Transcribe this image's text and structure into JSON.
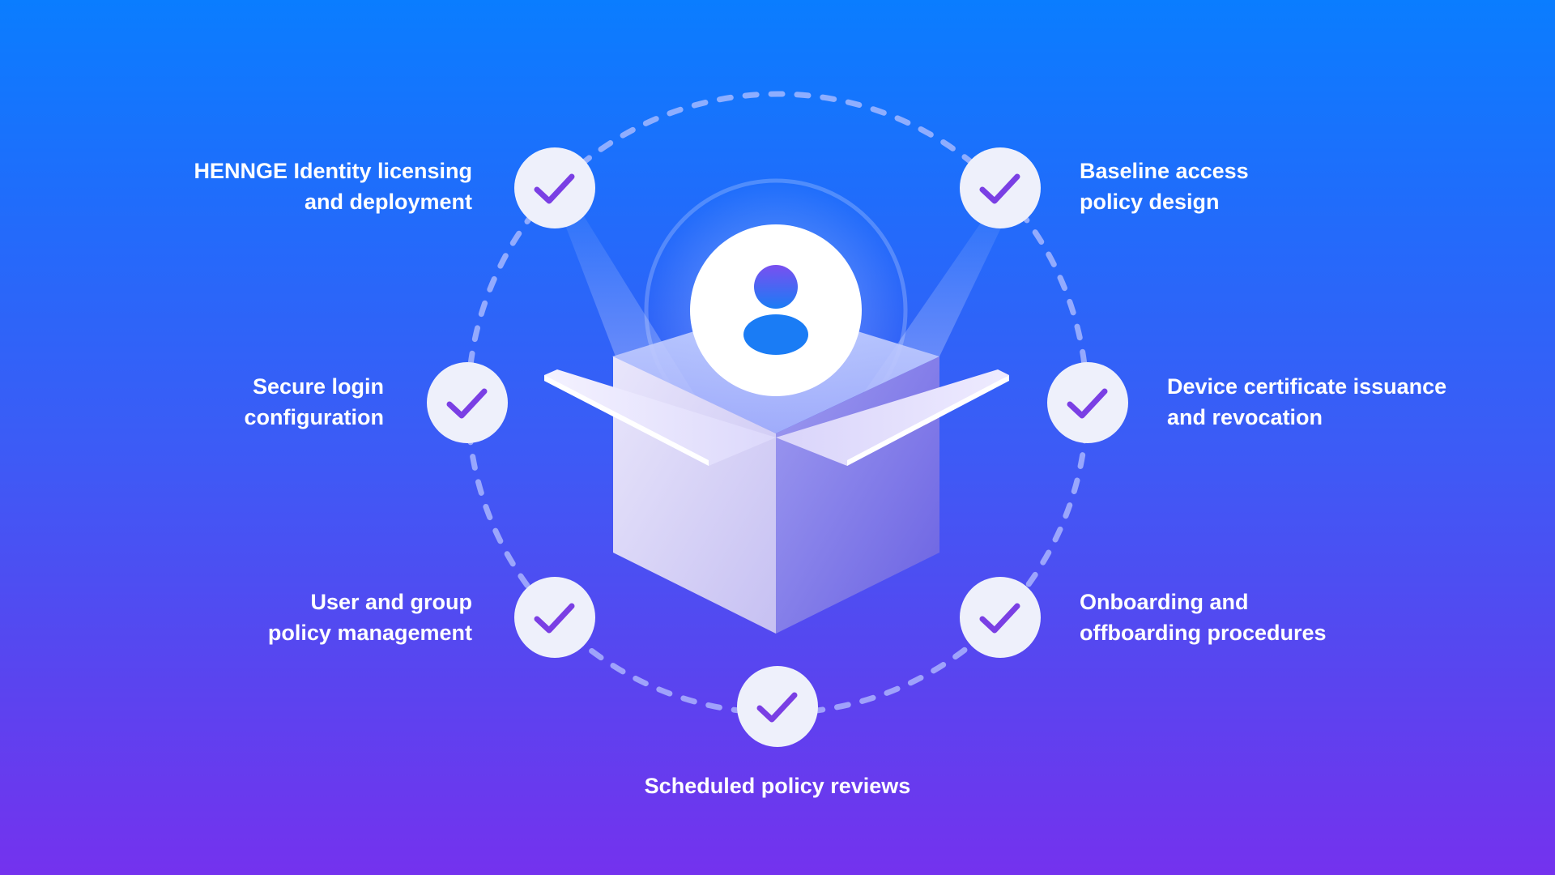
{
  "colors": {
    "background_top": "#0a7dff",
    "background_bottom": "#7432ee",
    "check_mark": "#7a3fe4",
    "node_fill": "#eef0fb",
    "avatar_gradient_top": "#7a4ff0",
    "avatar_gradient_bottom": "#1a7cf5"
  },
  "items": {
    "licensing": {
      "line1": "HENNGE Identity licensing",
      "line2": "and deployment",
      "icon": "check-icon"
    },
    "login": {
      "line1": "Secure login",
      "line2": "configuration",
      "icon": "check-icon"
    },
    "user_group": {
      "line1": "User and group",
      "line2": "policy management",
      "icon": "check-icon"
    },
    "baseline": {
      "line1": "Baseline access",
      "line2": "policy design",
      "icon": "check-icon"
    },
    "device": {
      "line1": "Device certificate issuance",
      "line2": "and revocation",
      "icon": "check-icon"
    },
    "onboarding": {
      "line1": "Onboarding and",
      "line2": "offboarding procedures",
      "icon": "check-icon"
    },
    "reviews": {
      "line1": "Scheduled policy reviews",
      "icon": "check-icon"
    }
  },
  "center": {
    "icon": "user-icon",
    "container": "open-box"
  }
}
